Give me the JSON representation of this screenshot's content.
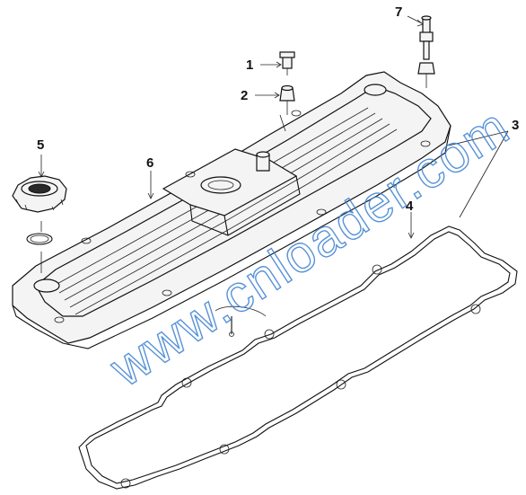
{
  "callouts": {
    "c1": "1",
    "c2": "2",
    "c3": "3",
    "c4": "4",
    "c5": "5",
    "c6": "6",
    "c7": "7"
  },
  "watermark": {
    "text": "www.cnloader.com",
    "color": "#3a7fd0"
  },
  "colors": {
    "line": "#111111",
    "background": "#ffffff"
  }
}
